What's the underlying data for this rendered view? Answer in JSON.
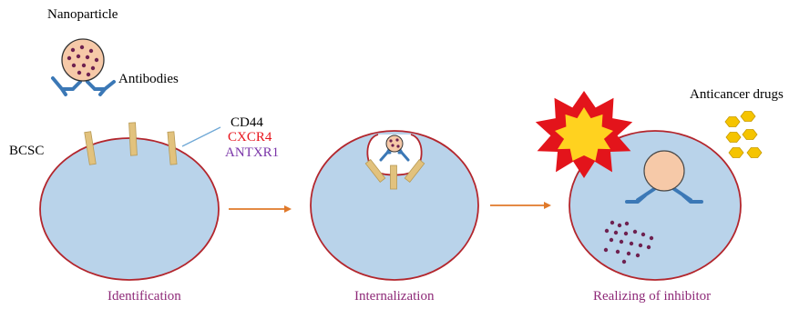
{
  "labels": {
    "nanoparticle": "Nanoparticle",
    "antibodies": "Antibodies",
    "bcsc": "BCSC",
    "receptors": {
      "cd44": "CD44",
      "cxcr4": "CXCR4",
      "antxr1": "ANTXR1"
    },
    "anticancer_drugs": "Anticancer drugs"
  },
  "steps": [
    {
      "label": "Identification"
    },
    {
      "label": "Internalization"
    },
    {
      "label": "Realizing of inhibitor"
    }
  ],
  "colors": {
    "cell_fill": "#b9d3ea",
    "cell_stroke": "#b3262d",
    "nanoparticle_fill": "#f6c9a8",
    "nanoparticle_dots": "#6e2150",
    "antibody": "#3b78b6",
    "receptor_fill": "#e2c27d",
    "arrow": "#e0792a",
    "pointer_line": "#6fa8d6",
    "burst_outer": "#e3141b",
    "burst_inner": "#ffd21f",
    "drug": "#f5c400",
    "step_label": "#8e2a78",
    "cxcr4": "#e8141c",
    "antxr1": "#7a35a8"
  }
}
